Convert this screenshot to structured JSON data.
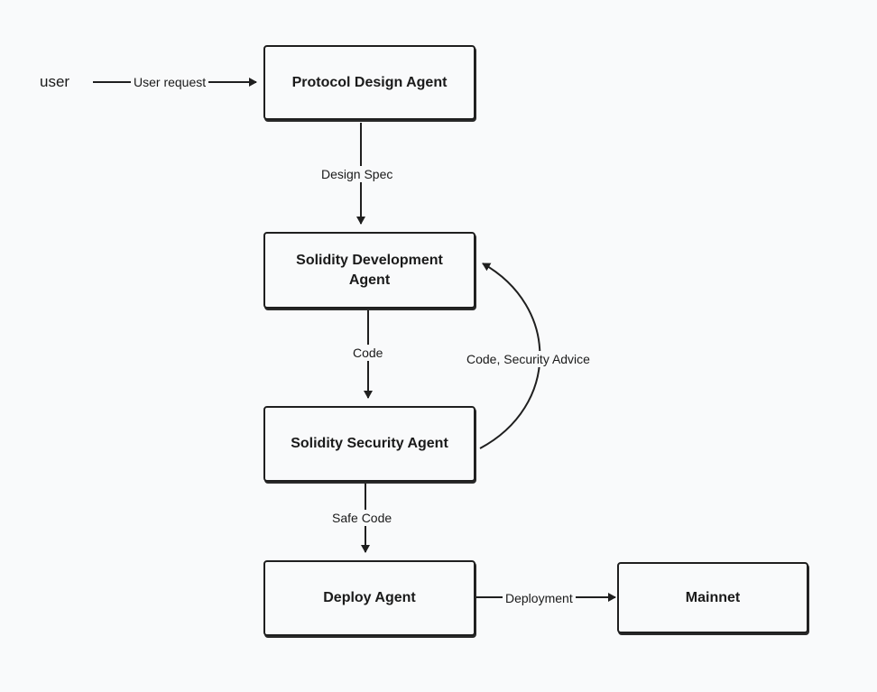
{
  "nodes": {
    "user": "user",
    "protocol_design": "Protocol Design Agent",
    "solidity_dev": "Solidity Development Agent",
    "solidity_security": "Solidity Security Agent",
    "deploy": "Deploy Agent",
    "mainnet": "Mainnet"
  },
  "edges": {
    "user_request": "User request",
    "design_spec": "Design Spec",
    "code": "Code",
    "feedback": "Code, Security Advice",
    "safe_code": "Safe Code",
    "deployment": "Deployment"
  }
}
